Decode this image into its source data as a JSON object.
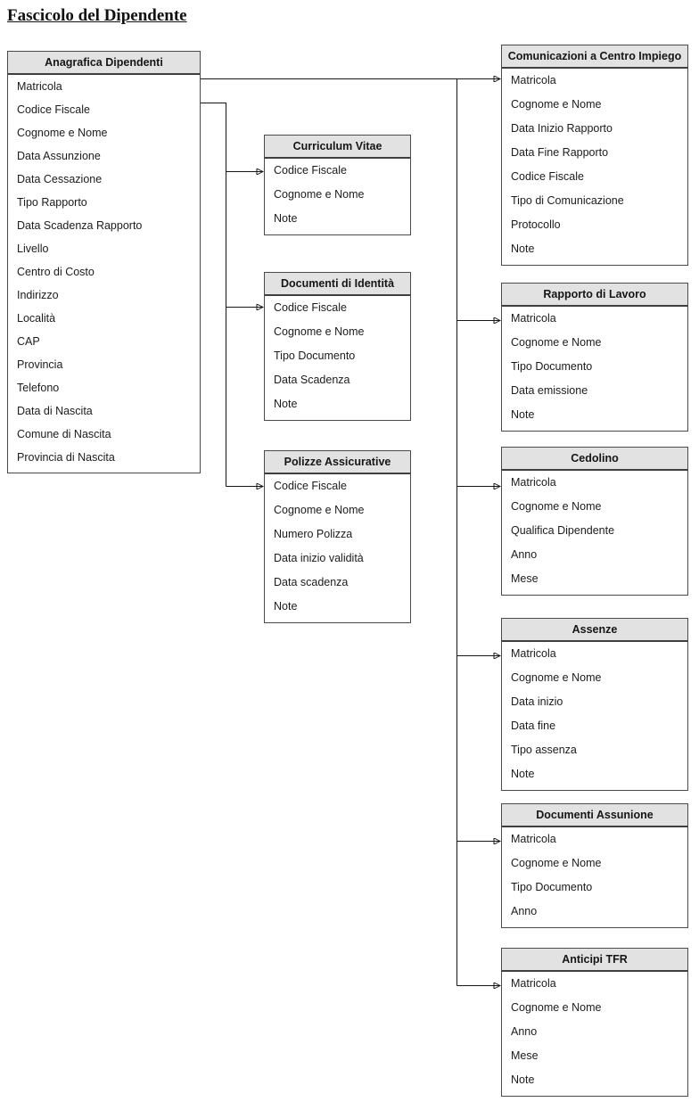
{
  "page_title": "Fascicolo del Dipendente",
  "colors": {
    "background": "#ffffff",
    "header_fill": "#e2e2e2",
    "box_border": "#4a4a4a",
    "connector_line": "#161616",
    "text": "#1b1b1b"
  },
  "entities": {
    "anagrafica": {
      "title": "Anagrafica Dipendenti",
      "fields": [
        "Matricola",
        "Codice Fiscale",
        "Cognome e Nome",
        "Data Assunzione",
        "Data Cessazione",
        "Tipo Rapporto",
        "Data Scadenza Rapporto",
        "Livello",
        "Centro di Costo",
        "Indirizzo",
        "Località",
        "CAP",
        "Provincia",
        "Telefono",
        "Data di Nascita",
        "Comune di Nascita",
        "Provincia di Nascita"
      ]
    },
    "curriculum": {
      "title": "Curriculum Vitae",
      "fields": [
        "Codice Fiscale",
        "Cognome e Nome",
        "Note"
      ]
    },
    "documenti_identita": {
      "title": "Documenti di Identità",
      "fields": [
        "Codice Fiscale",
        "Cognome e Nome",
        "Tipo Documento",
        "Data Scadenza",
        "Note"
      ]
    },
    "polizze": {
      "title": "Polizze Assicurative",
      "fields": [
        "Codice Fiscale",
        "Cognome e Nome",
        "Numero Polizza",
        "Data inizio validità",
        "Data scadenza",
        "Note"
      ]
    },
    "comunicazioni": {
      "title": "Comunicazioni a Centro Impiego",
      "fields": [
        "Matricola",
        "Cognome e Nome",
        "Data Inizio Rapporto",
        "Data Fine Rapporto",
        "Codice Fiscale",
        "Tipo di Comunicazione",
        "Protocollo",
        "Note"
      ]
    },
    "rapporto": {
      "title": "Rapporto di Lavoro",
      "fields": [
        "Matricola",
        "Cognome e Nome",
        "Tipo Documento",
        "Data emissione",
        "Note"
      ]
    },
    "cedolino": {
      "title": "Cedolino",
      "fields": [
        "Matricola",
        "Cognome e Nome",
        "Qualifica Dipendente",
        "Anno",
        "Mese"
      ]
    },
    "assenze": {
      "title": "Assenze",
      "fields": [
        "Matricola",
        "Cognome e Nome",
        "Data inizio",
        "Data fine",
        "Tipo assenza",
        "Note"
      ]
    },
    "documenti_assunione": {
      "title": "Documenti Assunione",
      "fields": [
        "Matricola",
        "Cognome e Nome",
        "Tipo Documento",
        "Anno"
      ]
    },
    "anticipi_tfr": {
      "title": "Anticipi TFR",
      "fields": [
        "Matricola",
        "Cognome e Nome",
        "Anno",
        "Mese",
        "Note"
      ]
    }
  },
  "connections": [
    {
      "from": "Anagrafica Dipendenti.Matricola",
      "to": "Comunicazioni a Centro Impiego.Matricola"
    },
    {
      "from": "Anagrafica Dipendenti.Matricola",
      "to": "Rapporto di Lavoro.Matricola"
    },
    {
      "from": "Anagrafica Dipendenti.Matricola",
      "to": "Cedolino.Matricola"
    },
    {
      "from": "Anagrafica Dipendenti.Matricola",
      "to": "Assenze.Matricola"
    },
    {
      "from": "Anagrafica Dipendenti.Matricola",
      "to": "Documenti Assunione.Matricola"
    },
    {
      "from": "Anagrafica Dipendenti.Matricola",
      "to": "Anticipi TFR.Matricola"
    },
    {
      "from": "Anagrafica Dipendenti.Codice Fiscale",
      "to": "Curriculum Vitae.Codice Fiscale"
    },
    {
      "from": "Anagrafica Dipendenti.Codice Fiscale",
      "to": "Documenti di Identità.Codice Fiscale"
    },
    {
      "from": "Anagrafica Dipendenti.Codice Fiscale",
      "to": "Polizze Assicurative.Codice Fiscale"
    }
  ]
}
